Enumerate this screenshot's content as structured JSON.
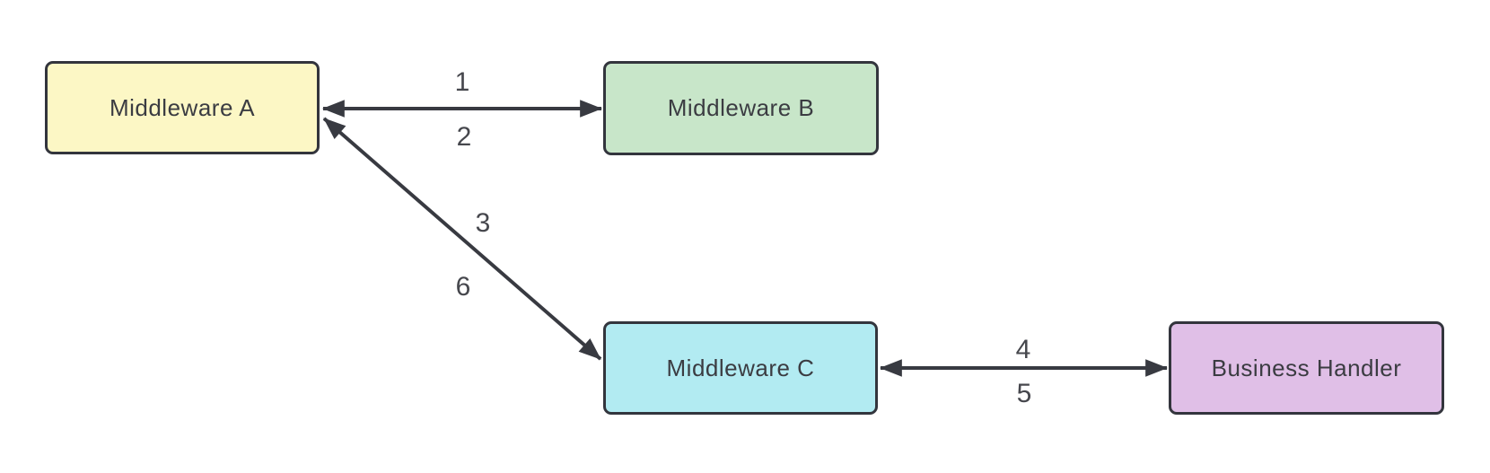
{
  "diagram": {
    "background": "#ffffff",
    "line_color": "#383a41",
    "edge_label_color": "#46474d",
    "node_border_color": "#33353d",
    "node_text_color": "#3b3c42",
    "nodes": [
      {
        "id": "middleware-a",
        "label": "Middleware A",
        "fill": "#fcf7c5"
      },
      {
        "id": "middleware-b",
        "label": "Middleware B",
        "fill": "#c8e6c9"
      },
      {
        "id": "middleware-c",
        "label": "Middleware C",
        "fill": "#b2ebf2"
      },
      {
        "id": "business-handler",
        "label": "Business Handler",
        "fill": "#e0bfe7"
      }
    ],
    "edges": [
      {
        "from": "middleware-a",
        "to": "middleware-b",
        "style": "bidirectional-arrow",
        "labels": [
          "1",
          "2"
        ]
      },
      {
        "from": "middleware-a",
        "to": "middleware-c",
        "style": "bidirectional-arrow",
        "labels": [
          "3",
          "6"
        ]
      },
      {
        "from": "middleware-c",
        "to": "business-handler",
        "style": "bidirectional-arrow",
        "labels": [
          "4",
          "5"
        ]
      }
    ]
  }
}
